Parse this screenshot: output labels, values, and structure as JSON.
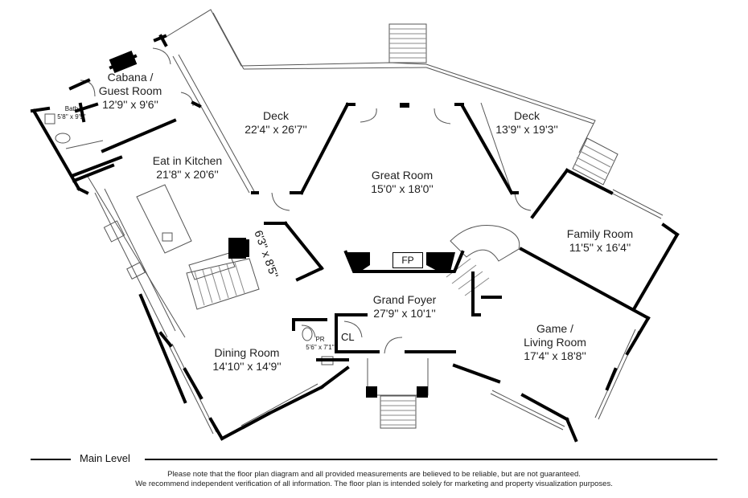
{
  "rooms": [
    {
      "id": "cabana",
      "name": "Cabana /",
      "name2": "Guest Room",
      "dims": "12'9'' x 9'6''"
    },
    {
      "id": "bath",
      "name": "Bath",
      "dims": "5'8'' x 9'5''"
    },
    {
      "id": "deck-left",
      "name": "Deck",
      "dims": "22'4'' x 26'7''"
    },
    {
      "id": "deck-right",
      "name": "Deck",
      "dims": "13'9'' x 19'3''"
    },
    {
      "id": "kitchen",
      "name": "Eat in Kitchen",
      "dims": "21'8'' x 20'6''"
    },
    {
      "id": "great-room",
      "name": "Great Room",
      "dims": "15'0'' x 18'0''"
    },
    {
      "id": "family-room",
      "name": "Family Room",
      "dims": "11'5'' x 16'4''"
    },
    {
      "id": "grand-foyer",
      "name": "Grand Foyer",
      "dims": "27'9'' x 10'1''"
    },
    {
      "id": "game-room",
      "name": "Game /",
      "name2": "Living Room",
      "dims": "17'4'' x 18'8''"
    },
    {
      "id": "dining-room",
      "name": "Dining Room",
      "dims": "14'10'' x 14'9''"
    },
    {
      "id": "powder-room",
      "name": "PR",
      "dims": "5'6'' x 7'1''"
    },
    {
      "id": "closet",
      "name": "CL"
    },
    {
      "id": "stair-room",
      "dims": "6'3'' x 8'5''"
    }
  ],
  "fireplace_label": "FP",
  "level_label": "Main Level",
  "disclaimer_line1": "Please note that the floor plan diagram and all provided measurements are believed to be reliable, but are not guaranteed.",
  "disclaimer_line2": "We recommend independent verification of all information. The floor plan is intended solely for marketing and property visualization purposes.",
  "colors": {
    "wall": "#000000",
    "thin": "#555555",
    "background": "#ffffff"
  }
}
